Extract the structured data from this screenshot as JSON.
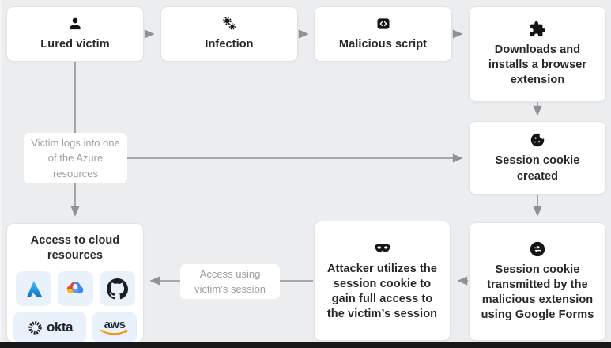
{
  "nodes": {
    "lured_victim": "Lured victim",
    "infection": "Infection",
    "malicious_script": "Malicious script",
    "browser_extension": "Downloads and installs a browser extension",
    "session_cookie_created": "Session cookie created",
    "cookie_transmitted": "Session cookie transmitted by the malicious extension using Google Forms",
    "attacker_session": "Attacker utilizes the session cookie to gain full access to the victim’s session",
    "cloud_access": "Access to cloud resources"
  },
  "edge_labels": {
    "azure_login": "Victim logs into one of the Azure resources",
    "victim_session": "Access using victim’s session"
  },
  "logos": {
    "names": [
      "azure",
      "google-cloud",
      "github",
      "okta",
      "aws"
    ],
    "okta_text": "okta",
    "aws_text": "aws"
  },
  "icons": {
    "lured_victim": "person-icon",
    "infection": "germs-gears-icon",
    "malicious_script": "code-block-icon",
    "browser_extension": "puzzle-piece-icon",
    "session_cookie_created": "cookie-icon",
    "cookie_transmitted": "transfer-circle-icon",
    "attacker_session": "mask-icon"
  },
  "colors": {
    "background": "#ebedee",
    "node_bg": "#ffffff",
    "node_border": "#e2e3e5",
    "arrow": "#8f9194",
    "text": "#26282b",
    "muted_text": "#9ba0a5",
    "tile_bg": "#e9f1fb",
    "bottom_bar": "#191919",
    "azure_blue": "#1b84d8",
    "google_red": "#ea4335",
    "google_yellow": "#fbbc05",
    "google_blue": "#4285f4",
    "google_lightblue": "#669df6",
    "github_black": "#1b1f23",
    "okta_dark": "#1d2533",
    "aws_orange": "#f79400"
  }
}
